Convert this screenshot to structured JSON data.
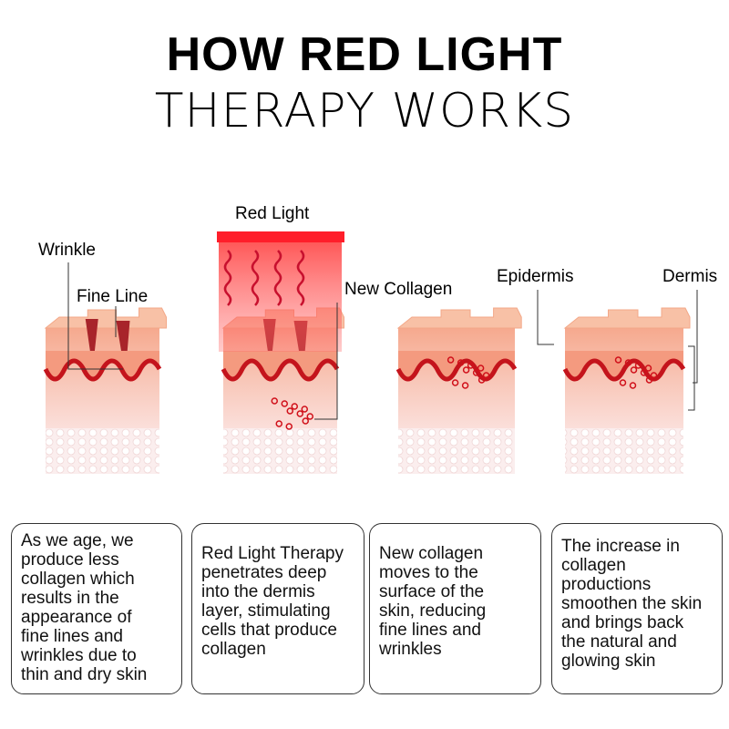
{
  "title": {
    "line1": "HOW RED LIGHT",
    "line2": "THERAPY WORKS"
  },
  "labels": {
    "wrinkle": "Wrinkle",
    "fine_line": "Fine Line",
    "red_light": "Red Light",
    "new_collagen": "New Collagen",
    "epidermis": "Epidermis",
    "dermis": "Dermis"
  },
  "steps": [
    {
      "text": "As we age, we\nproduce less\ncollagen which\nresults in the\nappearance of\nfine lines and\nwrinkles due to\nthin and dry skin"
    },
    {
      "text": "Red Light Therapy\npenetrates deep\ninto the dermis\nlayer, stimulating\ncells that produce\ncollagen"
    },
    {
      "text": "New collagen\nmoves to the\nsurface of the\nskin, reducing\nfine lines and\nwrinkles"
    },
    {
      "text": "The increase in\ncollagen\nproductions\nsmoothen the skin\nand brings back\nthe natural and\nglowing skin"
    }
  ],
  "colors": {
    "red": "#e8242a",
    "skin_top": "#f6b79a",
    "skin_front": "#f4a78f",
    "dermis": "#f9d6d2"
  }
}
